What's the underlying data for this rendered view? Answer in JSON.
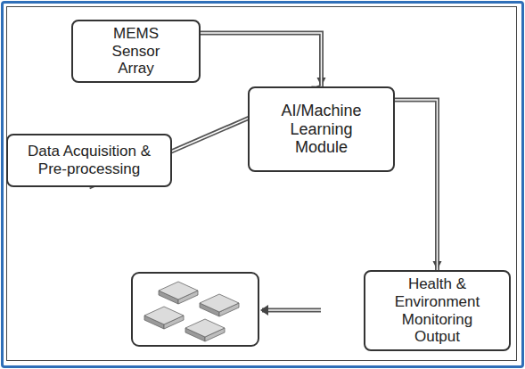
{
  "diagram": {
    "nodes": [
      {
        "text": [
          "MEMS Sensor Array"
        ]
      },
      {
        "text": [
          "Data Acquisition & Pre-processing"
        ]
      },
      {
        "text": [
          "AI/Machine Learning Module"
        ]
      },
      {
        "text": [
          "Health & Environment Monitoring Output"
        ]
      }
    ],
    "edges": [
      {
        "from": 0,
        "to": 2,
        "arrow": "to"
      },
      {
        "from": 1,
        "to": 2,
        "arrow": "to"
      },
      {
        "from": 2,
        "to": 3,
        "arrow": "to"
      }
    ]
  }
}
